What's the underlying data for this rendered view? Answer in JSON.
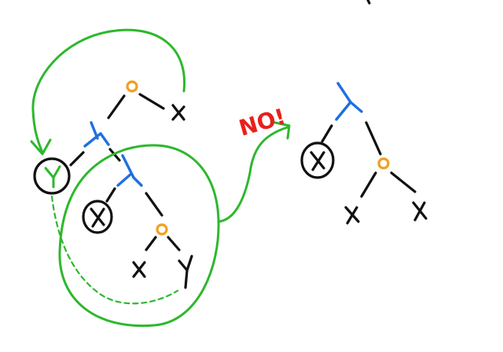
{
  "annotation": {
    "text": "NO!",
    "color": "#e8201c"
  },
  "colors": {
    "ink": "#111111",
    "application": "#1f6fe0",
    "pair": "#f0a020",
    "highlight": "#2db82d"
  },
  "left_tree": {
    "labels": [
      "y",
      "x",
      "x",
      "y"
    ]
  },
  "right_tree": {
    "labels": [
      "x",
      "x",
      "x"
    ]
  }
}
